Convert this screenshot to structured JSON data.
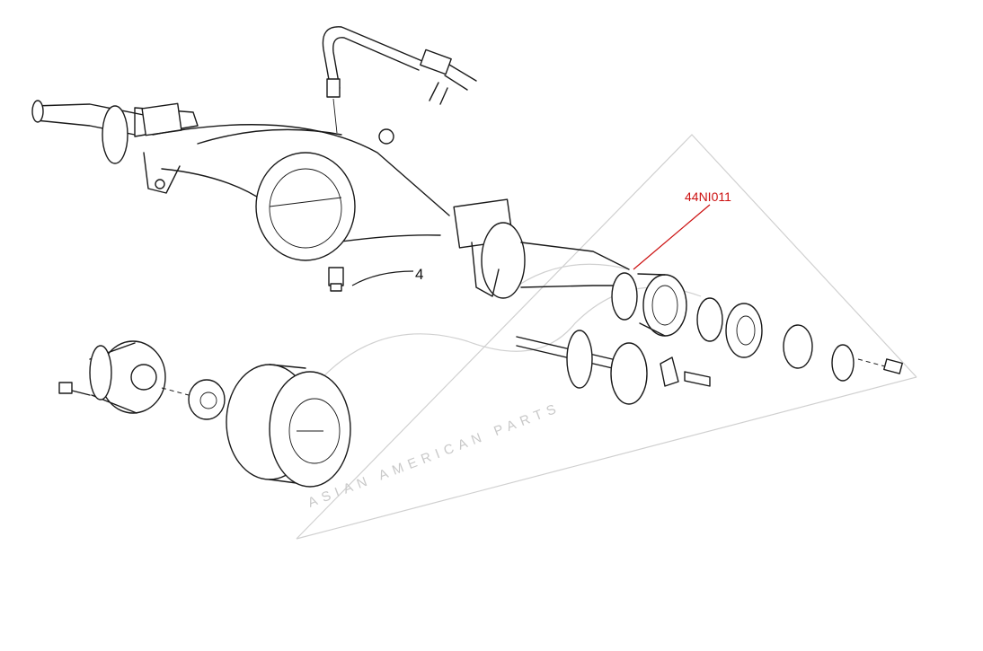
{
  "diagram": {
    "labels": {
      "part_number": "44NI011",
      "ref_number": "4"
    },
    "watermark": {
      "tagline": "ASIAN   AMERICAN   PARTS"
    },
    "colors": {
      "line": "#1a1a1a",
      "callout": "#cc1111",
      "watermark": "#d0d0d0"
    }
  }
}
